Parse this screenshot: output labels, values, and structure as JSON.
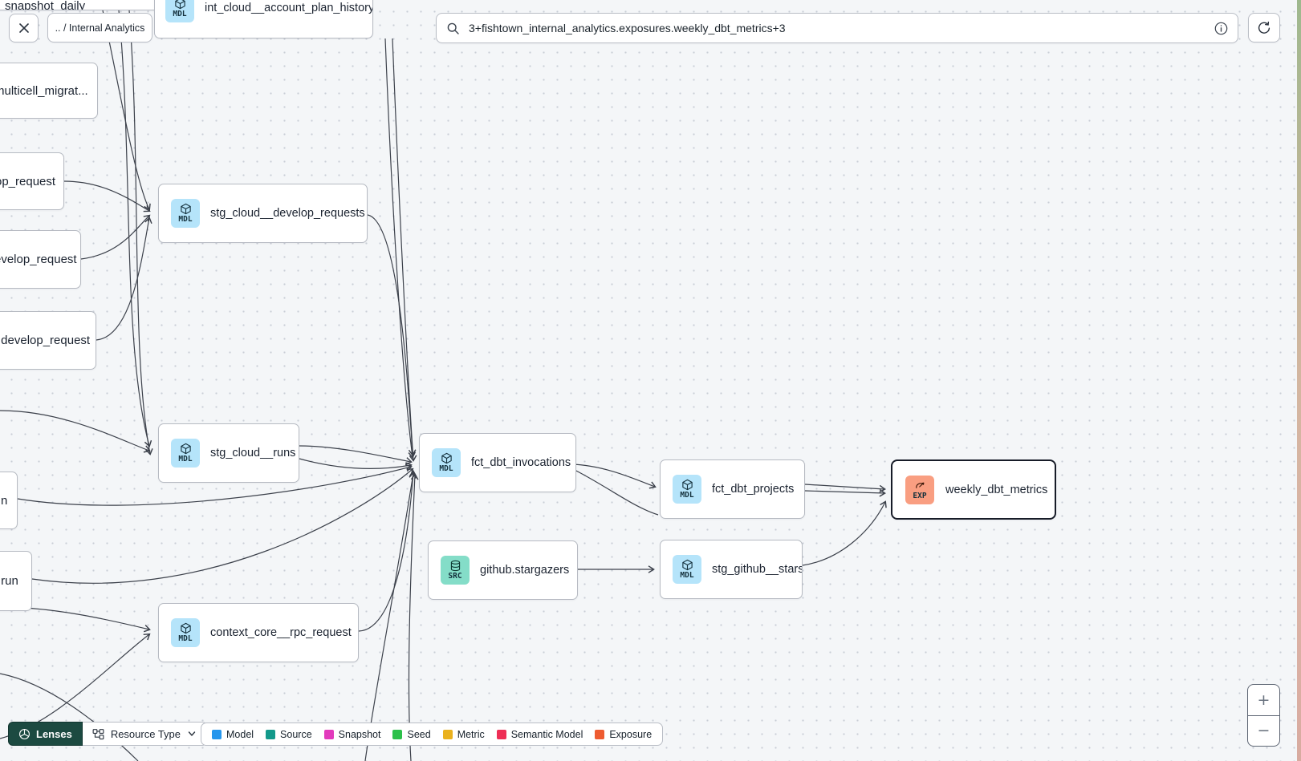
{
  "topbar": {
    "breadcrumb": ".. / Internal Analytics",
    "search_value": "3+fishtown_internal_analytics.exposures.weekly_dbt_metrics+3"
  },
  "nodes": {
    "snapshot_daily": {
      "label": "snapshot_daily"
    },
    "int_cloud_account_plan_history": {
      "badge": "MDL",
      "label": "int_cloud__account_plan_history"
    },
    "multicell_migration": {
      "label": "multicell_migrat..."
    },
    "op_request": {
      "label": "op_request"
    },
    "evelop_request": {
      "label": "evelop_request"
    },
    "develop_request": {
      "label": ".develop_request"
    },
    "stg_cloud_develop_requests": {
      "badge": "MDL",
      "label": "stg_cloud__develop_requests"
    },
    "stg_cloud_runs": {
      "badge": "MDL",
      "label": "stg_cloud__runs"
    },
    "n_partial": {
      "label": "n"
    },
    "run_partial": {
      "label": ".run"
    },
    "fct_dbt_invocations": {
      "badge": "MDL",
      "label": "fct_dbt_invocations"
    },
    "fct_dbt_projects": {
      "badge": "MDL",
      "label": "fct_dbt_projects"
    },
    "weekly_dbt_metrics": {
      "badge": "EXP",
      "label": "weekly_dbt_metrics",
      "selected": true
    },
    "github_stargazers": {
      "badge": "SRC",
      "label": "github.stargazers"
    },
    "stg_github_stars": {
      "badge": "MDL",
      "label": "stg_github__stars"
    },
    "context_core_rpc_request": {
      "badge": "MDL",
      "label": "context_core__rpc_request"
    }
  },
  "toolbar": {
    "lenses_label": "Lenses",
    "resource_type_label": "Resource Type"
  },
  "legend": {
    "items": [
      {
        "label": "Model",
        "color": "#2596ed"
      },
      {
        "label": "Source",
        "color": "#13998b"
      },
      {
        "label": "Snapshot",
        "color": "#e23abc"
      },
      {
        "label": "Seed",
        "color": "#2cc04a"
      },
      {
        "label": "Metric",
        "color": "#eab11d"
      },
      {
        "label": "Semantic Model",
        "color": "#ee2e55"
      },
      {
        "label": "Exposure",
        "color": "#ee5b30"
      }
    ]
  },
  "zoom_controls": {
    "zoom_in": "+",
    "zoom_out": "−"
  },
  "colors": {
    "model_badge": "#b5e4fa",
    "source_badge": "#84ddc8",
    "exposure_badge": "#f99e81",
    "lenses_bg": "#1c4a41",
    "edge": "#3c414b",
    "selected_border": "#171c28"
  }
}
